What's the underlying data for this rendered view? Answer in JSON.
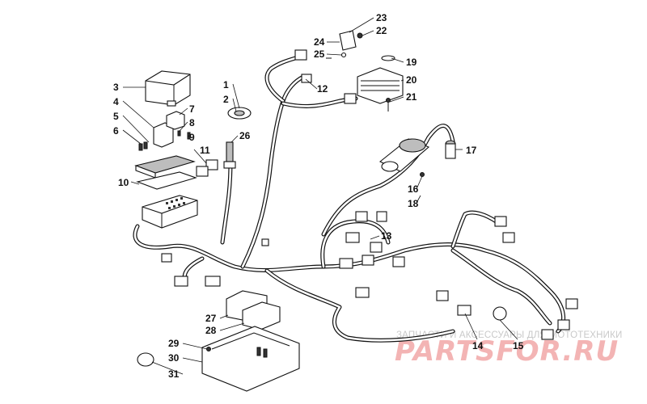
{
  "callouts": {
    "c1": "1",
    "c2": "2",
    "c3": "3",
    "c4": "4",
    "c5": "5",
    "c6": "6",
    "c7": "7",
    "c8": "8",
    "c9": "9",
    "c10": "10",
    "c11": "11",
    "c12": "12",
    "c13": "13",
    "c14": "14",
    "c15": "15",
    "c16": "16",
    "c17": "17",
    "c18": "18",
    "c19": "19",
    "c20": "20",
    "c21": "21",
    "c22": "22",
    "c23": "23",
    "c24": "24",
    "c25": "25",
    "c26": "26",
    "c27": "27",
    "c28": "28",
    "c29": "29",
    "c30": "30",
    "c31": "31"
  },
  "watermark": {
    "tagline": "ЗАПЧАСТИ И АКСЕССУАРЫ ДЛЯ МОТОТЕХНИКИ",
    "brand": "PARTSFOR.RU"
  }
}
